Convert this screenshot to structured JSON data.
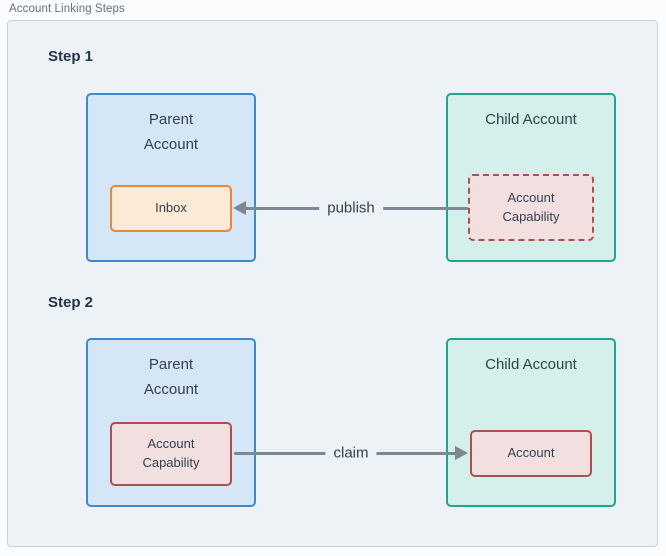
{
  "header": {
    "title": "Account Linking Steps"
  },
  "colors": {
    "panel_background": "#edf2f6",
    "panel_border": "#c8d1da",
    "parent_account_fill": "#d5e7f7",
    "parent_account_border": "#3d89d0",
    "child_account_fill": "#d5f0ea",
    "child_account_border": "#21a492",
    "inbox_fill": "#fce9d6",
    "inbox_border": "#e8883e",
    "capability_fill": "#f2e0e1",
    "capability_border": "#aa504e",
    "arrow": "#7c8894",
    "text_dark": "#33404e"
  },
  "steps": [
    {
      "label": "Step 1",
      "parent_title": "Parent Account",
      "parent_inner": "Inbox",
      "child_title": "Child Account",
      "child_inner": "Account Capability",
      "arrow_label": "publish",
      "arrow_direction": "right-to-left"
    },
    {
      "label": "Step 2",
      "parent_title": "Parent Account",
      "parent_inner": "Account Capability",
      "child_title": "Child Account",
      "child_inner": "Account",
      "arrow_label": "claim",
      "arrow_direction": "left-to-right"
    }
  ]
}
